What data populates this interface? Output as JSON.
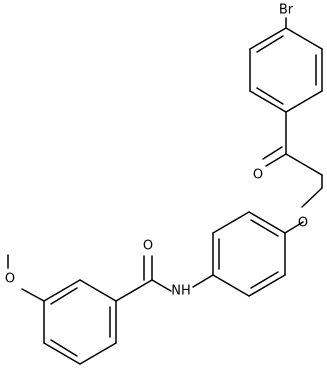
{
  "atoms": {
    "br": "Br",
    "o_ketone": "O",
    "o_ether_aryl": "O",
    "o_amide": "O",
    "nh": "NH",
    "o_methoxy": "O"
  }
}
